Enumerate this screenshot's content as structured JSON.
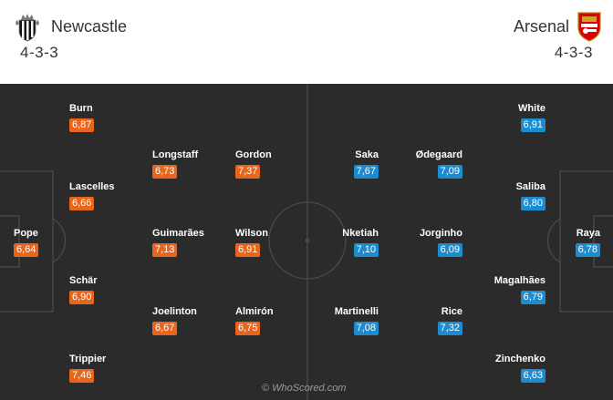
{
  "home": {
    "name": "Newcastle",
    "formation": "4-3-3",
    "crest_icon": "newcastle-crest-icon",
    "rating_color": "#e8651c",
    "players": [
      {
        "name": "Burn",
        "rating": "6,87"
      },
      {
        "name": "Longstaff",
        "rating": "6,73"
      },
      {
        "name": "Gordon",
        "rating": "7,37"
      },
      {
        "name": "Lascelles",
        "rating": "6,66"
      },
      {
        "name": "Pope",
        "rating": "6,64"
      },
      {
        "name": "Guimarães",
        "rating": "7,13"
      },
      {
        "name": "Wilson",
        "rating": "6,91"
      },
      {
        "name": "Schär",
        "rating": "6,90"
      },
      {
        "name": "Joelinton",
        "rating": "6,67"
      },
      {
        "name": "Almirón",
        "rating": "6,75"
      },
      {
        "name": "Trippier",
        "rating": "7,46"
      }
    ]
  },
  "away": {
    "name": "Arsenal",
    "formation": "4-3-3",
    "crest_icon": "arsenal-crest-icon",
    "rating_color": "#1a8ccf",
    "players": [
      {
        "name": "White",
        "rating": "6,91"
      },
      {
        "name": "Saka",
        "rating": "7,67"
      },
      {
        "name": "Ødegaard",
        "rating": "7,09"
      },
      {
        "name": "Saliba",
        "rating": "6,80"
      },
      {
        "name": "Nketiah",
        "rating": "7,10"
      },
      {
        "name": "Jorginho",
        "rating": "6,09"
      },
      {
        "name": "Raya",
        "rating": "6,78"
      },
      {
        "name": "Magalhães",
        "rating": "6,79"
      },
      {
        "name": "Martinelli",
        "rating": "7,08"
      },
      {
        "name": "Rice",
        "rating": "7,32"
      },
      {
        "name": "Zinchenko",
        "rating": "6,63"
      }
    ]
  },
  "pitch": {
    "background": "#2b2b2b",
    "watermark": "© WhoScored.com"
  }
}
